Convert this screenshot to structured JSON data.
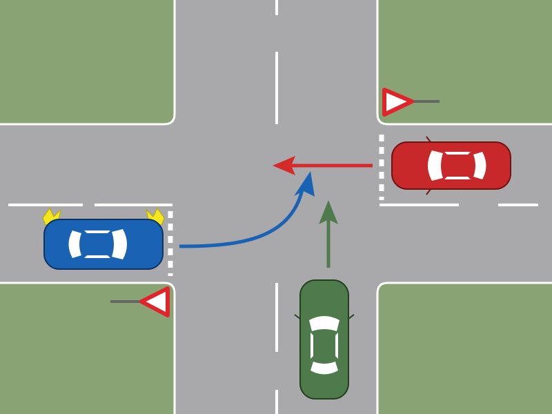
{
  "colors": {
    "grass": "#8aa374",
    "road": "#a9a9ab",
    "marking": "#ffffff",
    "red_car": "#c8282a",
    "blue_car": "#1a63b4",
    "green_car": "#4e7a4c",
    "red_arrow": "#d42a2a",
    "blue_arrow": "#1a63b4",
    "green_arrow": "#4e7a4c",
    "indicator": "#f5e61e",
    "sign_red": "#e0242a",
    "pole": "#666666"
  },
  "signs": [
    {
      "type": "yield-sign",
      "corner": "top-right"
    },
    {
      "type": "yield-sign",
      "corner": "bottom-left"
    }
  ],
  "vehicles": [
    {
      "name": "red-car",
      "heading": "west",
      "maneuver": "straight"
    },
    {
      "name": "blue-car",
      "heading": "east",
      "maneuver": "left-turn",
      "indicator": "left"
    },
    {
      "name": "green-car",
      "heading": "north",
      "maneuver": "straight"
    }
  ]
}
